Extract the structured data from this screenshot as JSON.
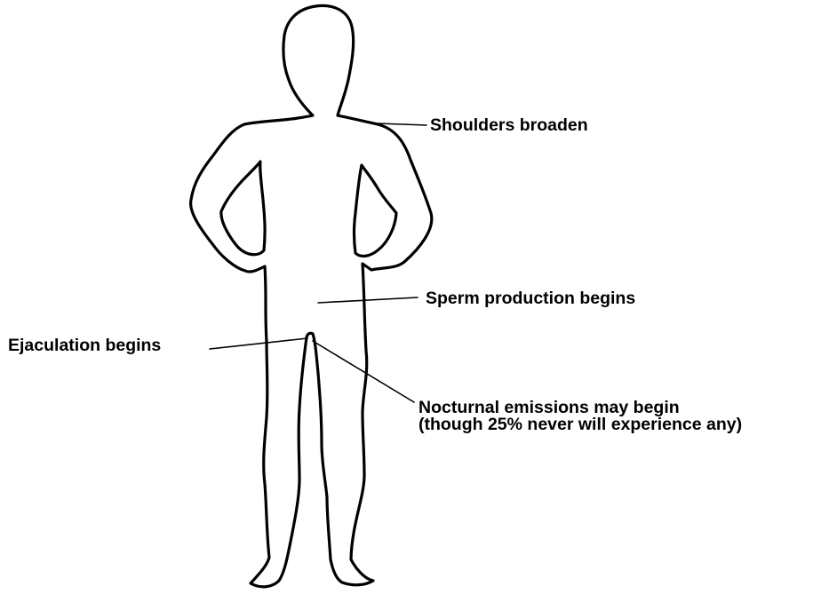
{
  "colors": {
    "background": "#ffffff",
    "ink": "#000000"
  },
  "labels": {
    "shoulders": "Shoulders broaden",
    "sperm": "Sperm production begins",
    "ejaculation": "Ejaculation begins",
    "nocturnal_line1": "Nocturnal emissions may begin",
    "nocturnal_line2": "(though 25% never will experience any)"
  }
}
